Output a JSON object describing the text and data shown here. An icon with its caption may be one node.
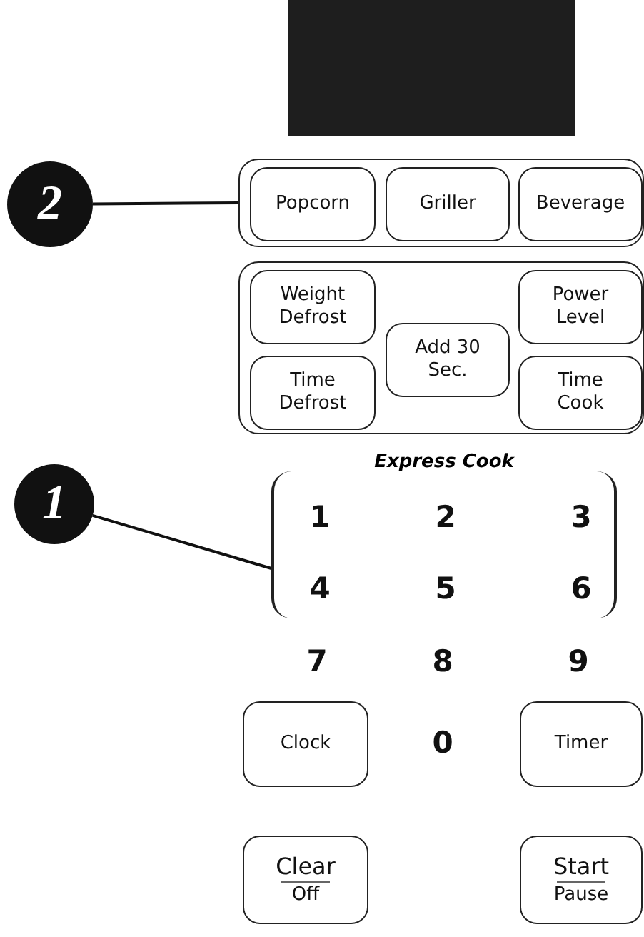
{
  "diagram": {
    "nodes": [
      {
        "text": [],
        "shape": "box"
      },
      {
        "text": [
          "2"
        ]
      },
      {
        "text": [],
        "shape": "box"
      },
      {
        "text": [
          "Popcorn"
        ],
        "in": 2
      },
      {
        "text": [
          "Griller"
        ],
        "in": 2
      },
      {
        "text": [
          "Beverage"
        ],
        "in": 2
      },
      {
        "text": [],
        "shape": "box"
      },
      {
        "text": [
          "Weight Defrost"
        ],
        "in": 6
      },
      {
        "text": [
          "Time Defrost"
        ],
        "in": 6
      },
      {
        "text": [
          "Add 30 Sec."
        ],
        "in": 6
      },
      {
        "text": [
          "Power Level"
        ],
        "in": 6
      },
      {
        "text": [
          "Time Cook"
        ],
        "in": 6
      },
      {
        "text": [
          "1"
        ]
      },
      {
        "text": [
          "Express Cook",
          "1",
          "2",
          "3",
          "4",
          "5",
          "6"
        ]
      },
      {
        "text": [
          "Clock"
        ]
      },
      {
        "text": [
          "Timer"
        ]
      },
      {
        "text": [
          "Clear",
          "Off"
        ]
      },
      {
        "text": [
          "Start",
          "Pause"
        ]
      }
    ],
    "edges": [
      {
        "from": 1,
        "to": 2,
        "arrow": "none"
      },
      {
        "from": 12,
        "to": 13,
        "arrow": "none"
      }
    ],
    "labels": [
      "7",
      "8",
      "9",
      "0"
    ]
  }
}
